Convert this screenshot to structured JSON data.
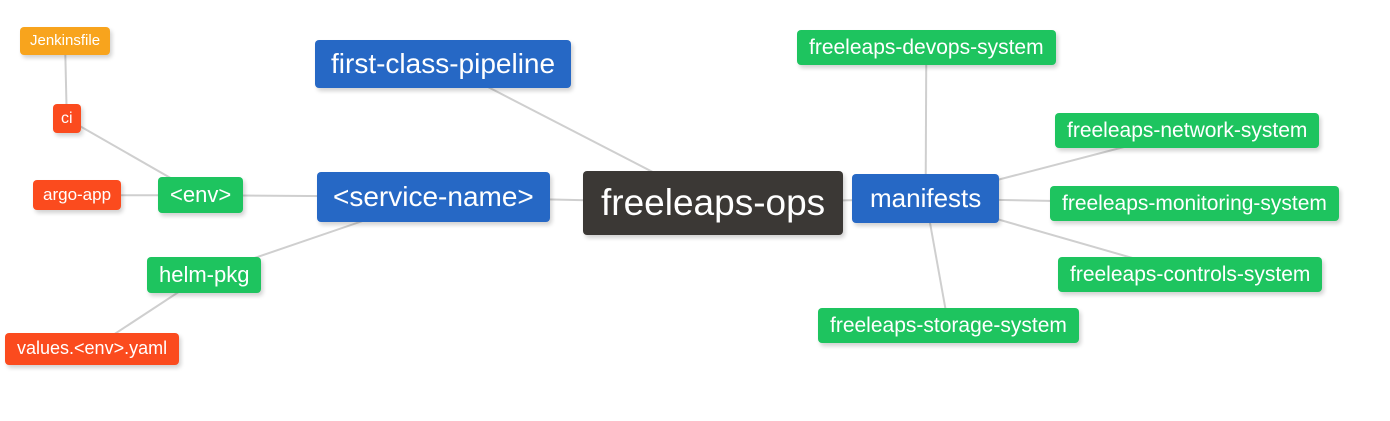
{
  "palette": {
    "background": "#ffffff",
    "node_blue": "#2668c5",
    "node_green": "#1ec45f",
    "node_red": "#fb4b1e",
    "node_orange": "#f8a41d",
    "node_dark": "#3b3835",
    "edge_gray": "#cfcfcf",
    "label_white": "#ffffff"
  },
  "mindmap": {
    "root_label": "freeleaps-ops",
    "nodes": {
      "jenkinsfile": {
        "label": "Jenkinsfile",
        "color": "orange"
      },
      "ci": {
        "label": "ci",
        "color": "red"
      },
      "argo_app": {
        "label": "argo-app",
        "color": "red"
      },
      "env": {
        "label": "<env>",
        "color": "green"
      },
      "helm_pkg": {
        "label": "helm-pkg",
        "color": "green"
      },
      "values_env_yaml": {
        "label": "values.<env>.yaml",
        "color": "red"
      },
      "first_class_pipeline": {
        "label": "first-class-pipeline",
        "color": "blue"
      },
      "service_name": {
        "label": "<service-name>",
        "color": "blue"
      },
      "freeleaps_ops": {
        "label": "freeleaps-ops",
        "color": "dark"
      },
      "manifests": {
        "label": "manifests",
        "color": "blue"
      },
      "devops_system": {
        "label": "freeleaps-devops-system",
        "color": "green"
      },
      "network_system": {
        "label": "freeleaps-network-system",
        "color": "green"
      },
      "monitoring_system": {
        "label": "freeleaps-monitoring-system",
        "color": "green"
      },
      "controls_system": {
        "label": "freeleaps-controls-system",
        "color": "green"
      },
      "storage_system": {
        "label": "freeleaps-storage-system",
        "color": "green"
      }
    },
    "edges": [
      {
        "from": "jenkinsfile",
        "to": "ci"
      },
      {
        "from": "ci",
        "to": "env"
      },
      {
        "from": "argo_app",
        "to": "env"
      },
      {
        "from": "env",
        "to": "service_name"
      },
      {
        "from": "values_env_yaml",
        "to": "helm_pkg"
      },
      {
        "from": "helm_pkg",
        "to": "service_name"
      },
      {
        "from": "first_class_pipeline",
        "to": "freeleaps_ops"
      },
      {
        "from": "service_name",
        "to": "freeleaps_ops"
      },
      {
        "from": "freeleaps_ops",
        "to": "manifests"
      },
      {
        "from": "manifests",
        "to": "devops_system"
      },
      {
        "from": "manifests",
        "to": "network_system"
      },
      {
        "from": "manifests",
        "to": "monitoring_system"
      },
      {
        "from": "manifests",
        "to": "controls_system"
      },
      {
        "from": "manifests",
        "to": "storage_system"
      }
    ]
  }
}
